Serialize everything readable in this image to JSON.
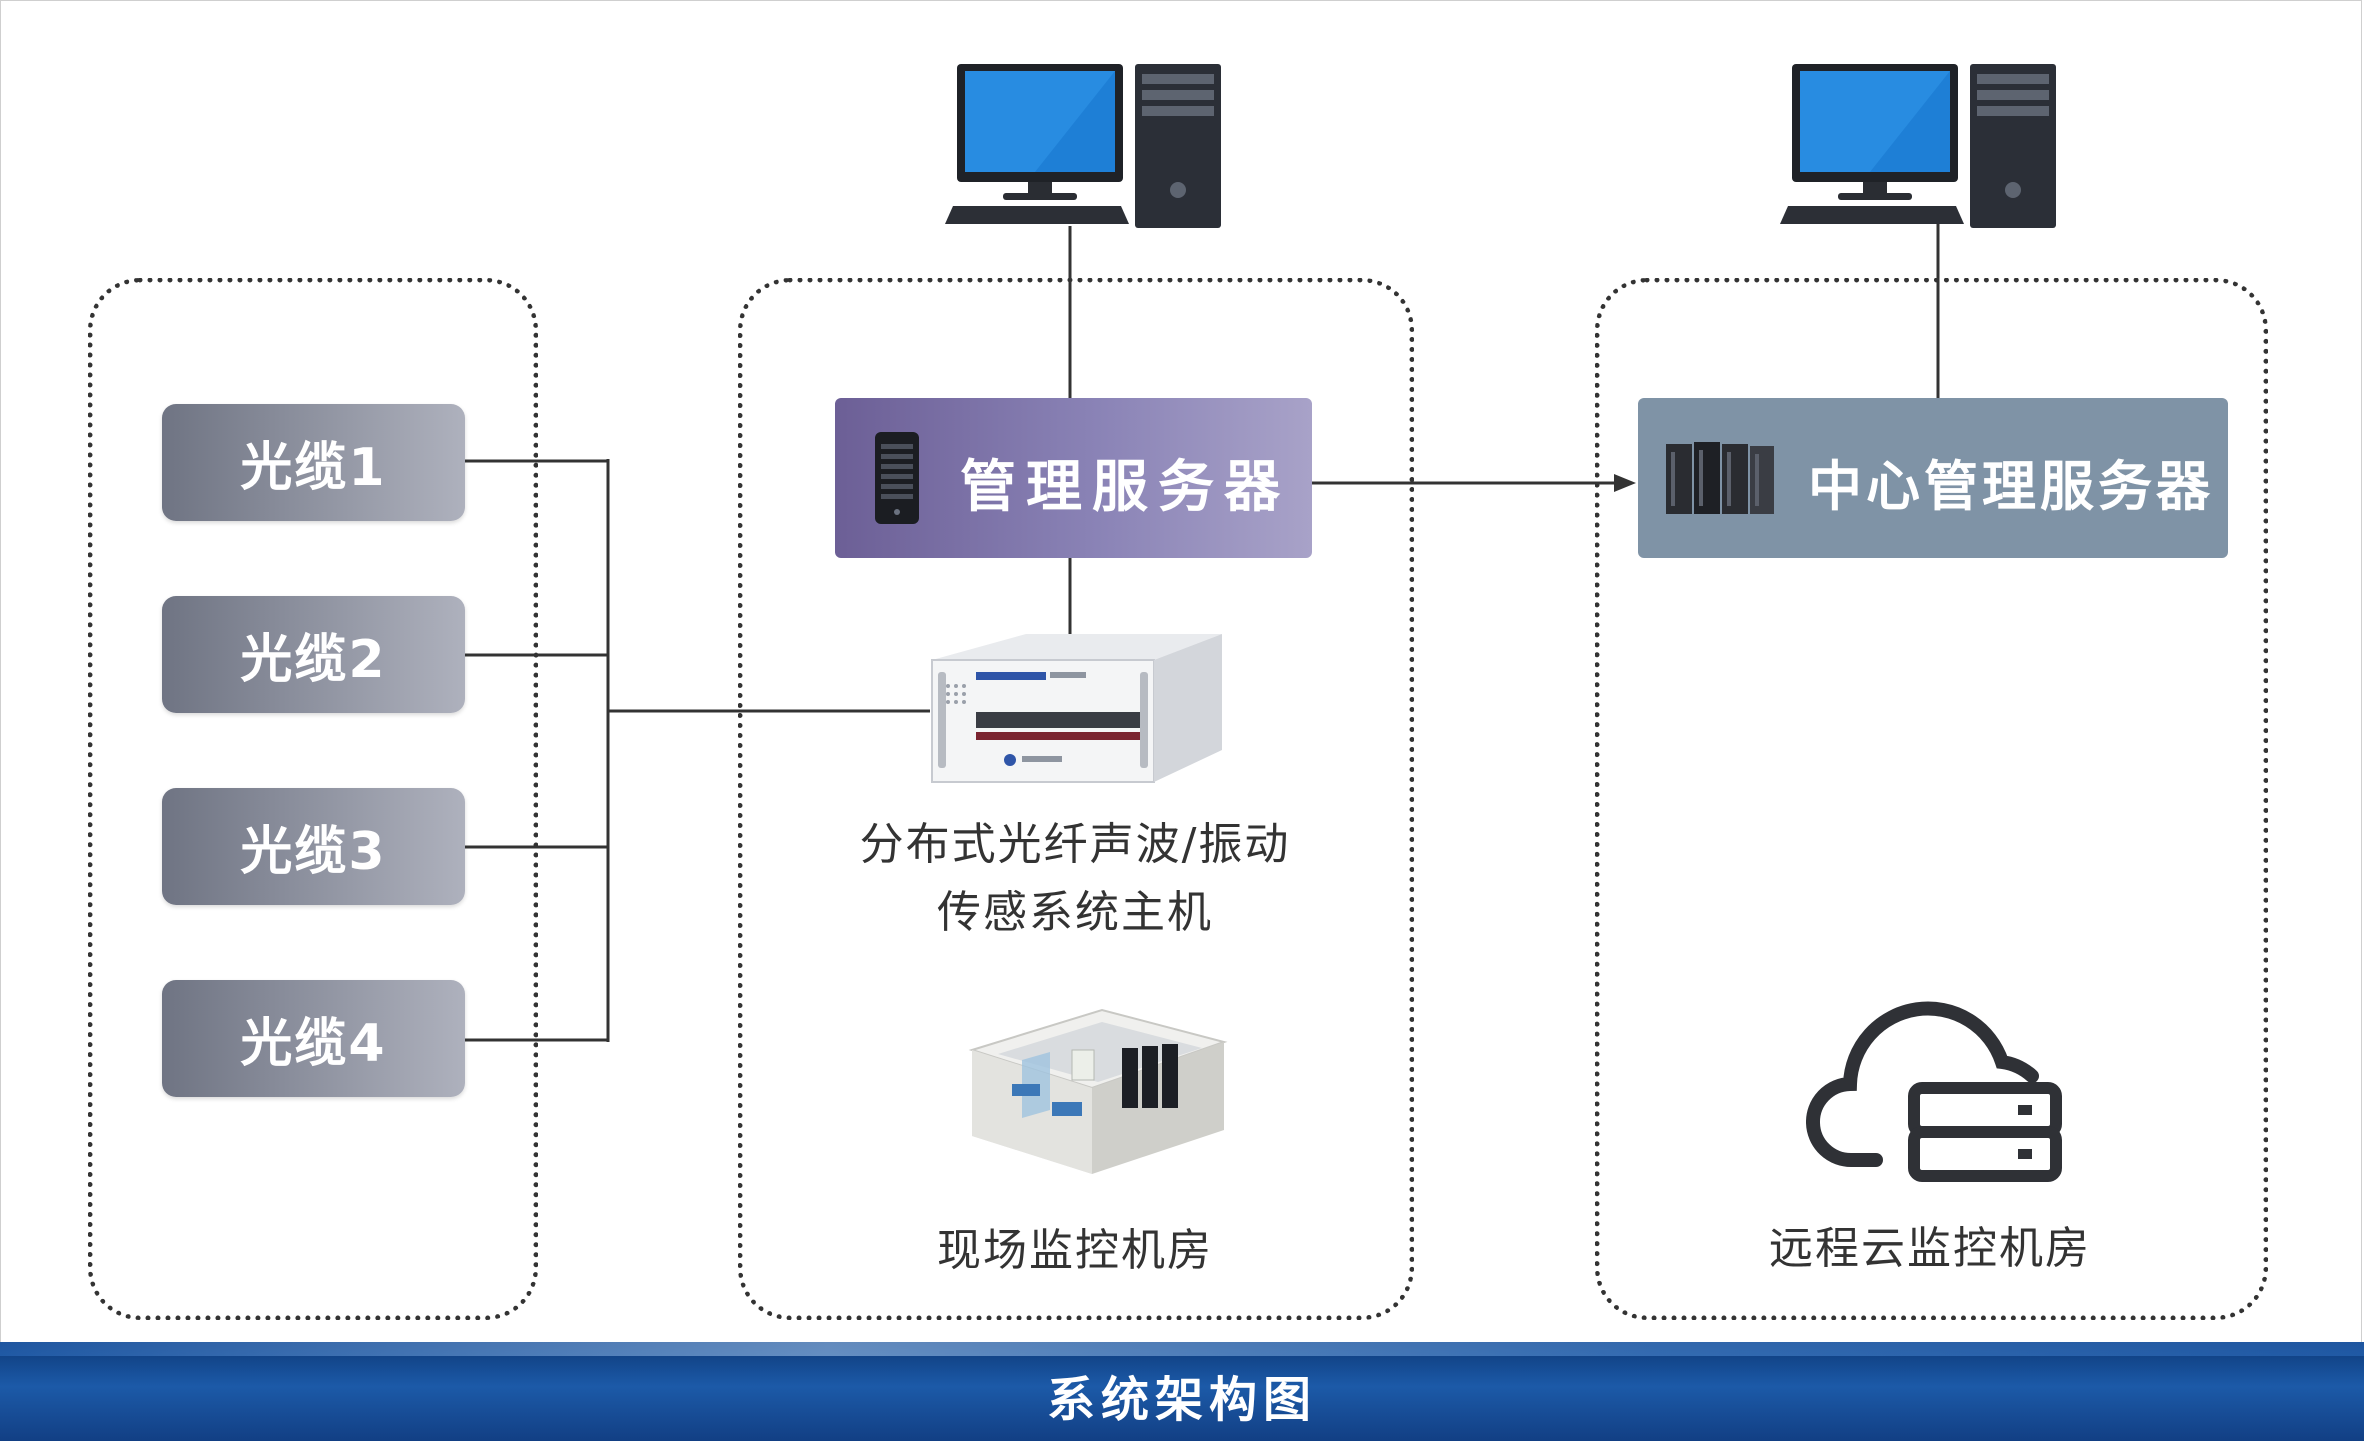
{
  "cables": [
    "光缆1",
    "光缆2",
    "光缆3",
    "光缆4"
  ],
  "management_server": {
    "label": "管理服务器"
  },
  "center_server": {
    "label": "中心管理服务器"
  },
  "sensing_host": {
    "label_line1": "分布式光纤声波/振动",
    "label_line2": "传感系统主机"
  },
  "site_room": {
    "label": "现场监控机房"
  },
  "remote_room": {
    "label": "远程云监控机房"
  },
  "footer": {
    "title": "系统架构图"
  },
  "colors": {
    "cable_box_start": "#6f7483",
    "cable_box_end": "#aeb1bd",
    "management_server": "#7d73ab",
    "center_server": "#7f93a6",
    "footer_bar": "#1c5aa8"
  },
  "icons": [
    "desktop-computer-icon",
    "server-tower-icon",
    "server-rack-icon",
    "rack-host-device",
    "monitoring-room-illustration",
    "cloud-server-icon"
  ]
}
